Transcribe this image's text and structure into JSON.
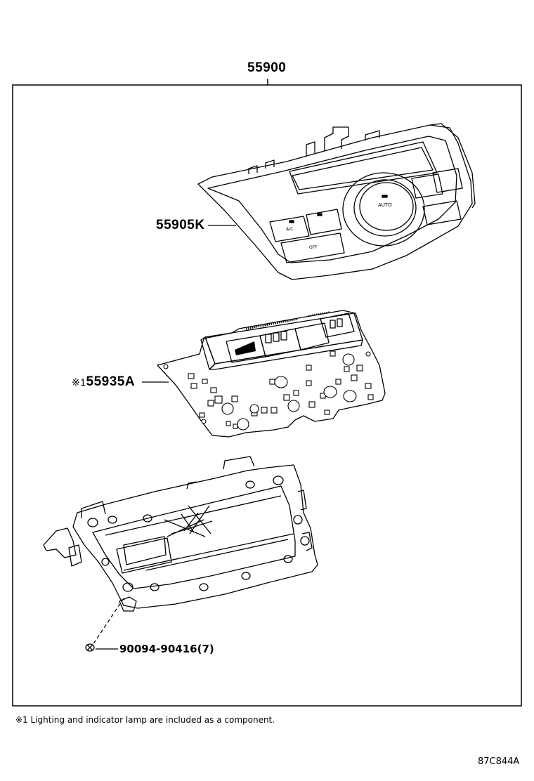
{
  "assembly": {
    "part_number": "55900"
  },
  "parts": [
    {
      "part_number": "55905K"
    },
    {
      "marker": "※1",
      "part_number": "55935A"
    },
    {
      "part_number": "90094-90416(7)"
    }
  ],
  "panel": {
    "buttons": {
      "ac": "A/C",
      "off": "OFF",
      "auto": "AUTO"
    }
  },
  "footnote": "※1 Lighting and indicator lamp are included as a component.",
  "figure_code": "87C844A"
}
